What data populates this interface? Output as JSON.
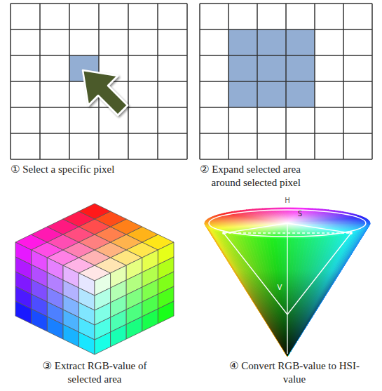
{
  "diagram": {
    "labels": [
      "① Select a specific pixel",
      "② Expand selected area around selected pixel",
      "③ Extract RGB-value of selected area",
      "④ Convert RGB-value to HSI-value",
      "H",
      "S",
      "V"
    ]
  }
}
